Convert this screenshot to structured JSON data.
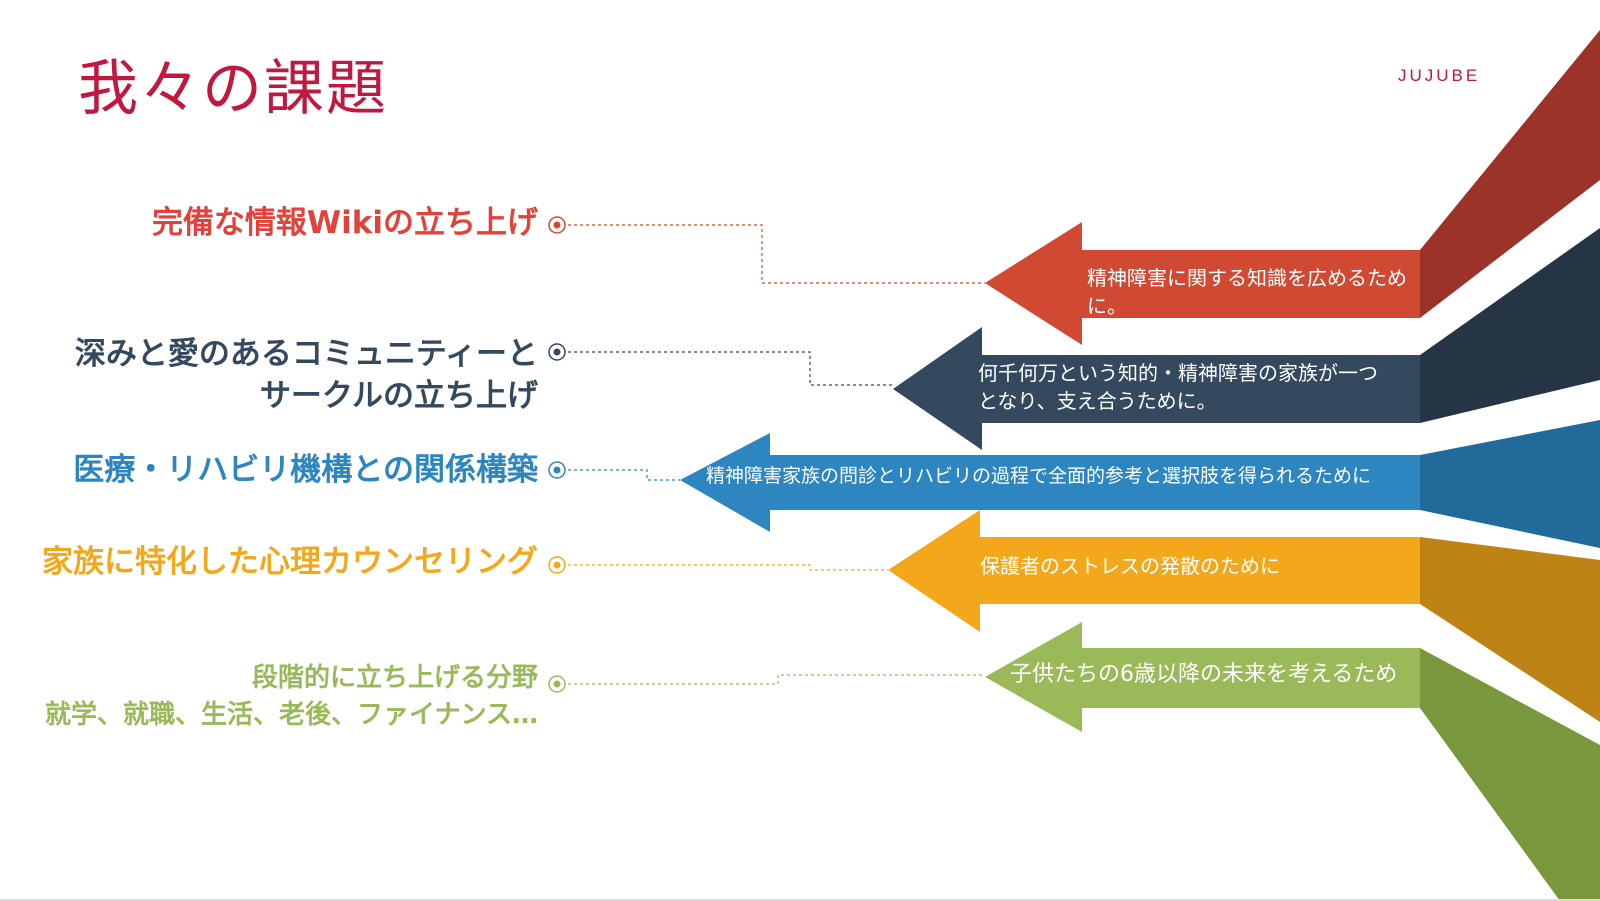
{
  "title": "我々の課題",
  "brand": "JUJUBE",
  "items": [
    {
      "label_lines": [
        "完備な情報Wikiの立ち上げ"
      ],
      "arrow_lines": [
        "精神障害に関する知識を広めるため",
        "に。"
      ],
      "color": "#d04a33"
    },
    {
      "label_lines": [
        "深みと愛のあるコミュニティーと",
        "サークルの立ち上げ"
      ],
      "arrow_lines": [
        "何千何万という知的・精神障害の家族が一つ",
        "となり、支え合うために。"
      ],
      "color": "#34495e"
    },
    {
      "label_lines": [
        "医療・リハビリ機構との関係構築"
      ],
      "arrow_lines": [
        "精神障害家族の問診とリハビリの過程で全面的参考と選択肢を得られるために"
      ],
      "color": "#2e86c1"
    },
    {
      "label_lines": [
        "家族に特化した心理カウンセリング"
      ],
      "arrow_lines": [
        "保護者のストレスの発散のために"
      ],
      "color": "#f3a81b"
    },
    {
      "label_lines": [
        "段階的に立ち上げる分野",
        "就学、就職、生活、老後、ファイナンス…"
      ],
      "arrow_lines": [
        "子供たちの6歳以降の未来を考えるため"
      ],
      "color": "#9aba5a"
    }
  ]
}
